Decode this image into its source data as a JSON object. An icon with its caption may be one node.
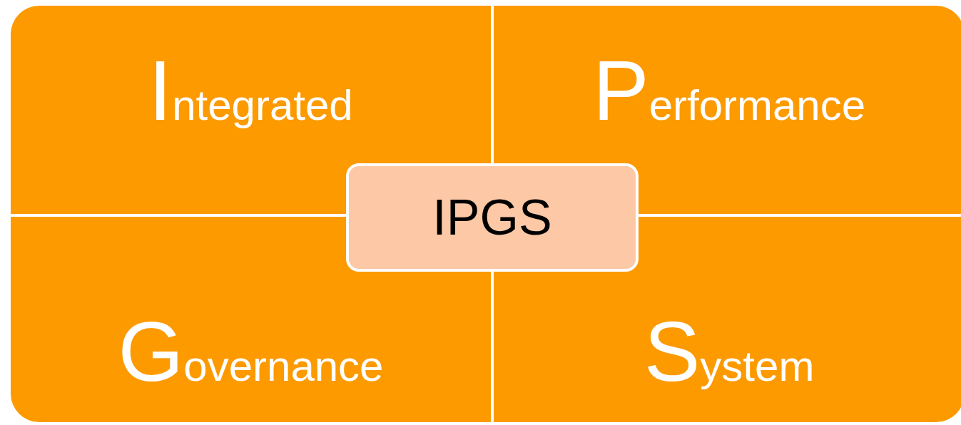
{
  "diagram": {
    "nodes": [
      {
        "text": [
          "Integrated"
        ]
      },
      {
        "text": [
          "Performance"
        ]
      },
      {
        "text": [
          "Governance"
        ]
      },
      {
        "text": [
          "System"
        ]
      },
      {
        "text": [
          "IPGS"
        ]
      }
    ],
    "edges": []
  }
}
